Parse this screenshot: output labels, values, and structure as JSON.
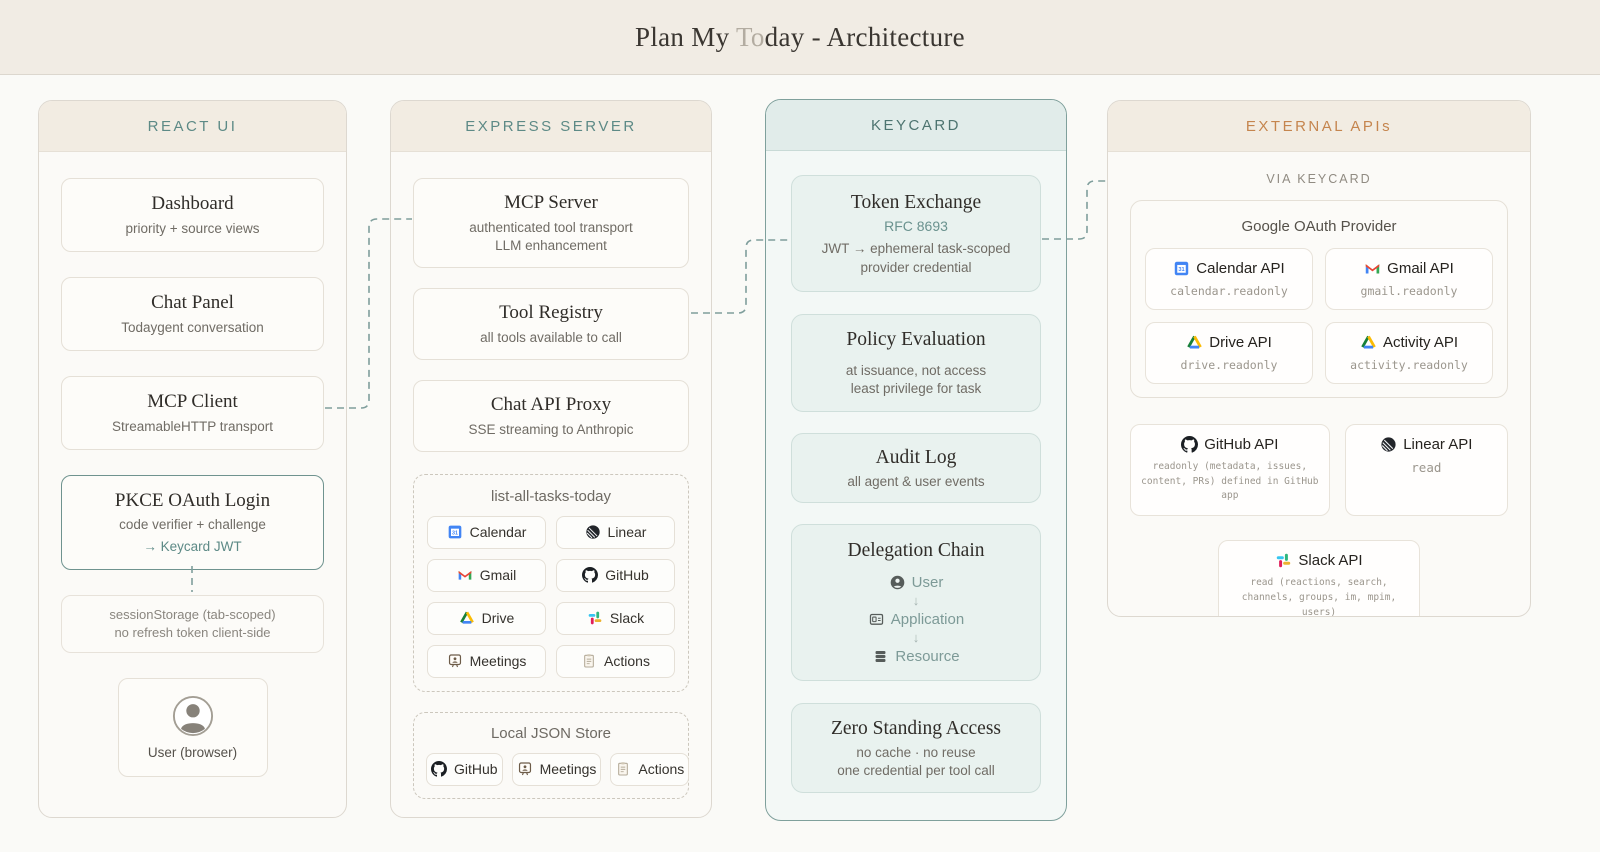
{
  "colors": {
    "accent_teal": "#5d8a86",
    "keycard_border": "#7fa09c",
    "keycard_header_bg": "#e1ecea",
    "panel_header_bg": "#f2ece2",
    "external_accent": "#c5854e",
    "title_muted": "#b3aca1",
    "connector": "#7f9e9c",
    "topbar_bg": "#f1ece4"
  },
  "header": {
    "title_pre": "Plan My ",
    "title_accent": "To",
    "title_post": "day - Architecture"
  },
  "react_ui": {
    "title": "REACT UI",
    "dashboard": {
      "title": "Dashboard",
      "line1": "priority + source views"
    },
    "chat_panel": {
      "title": "Chat Panel",
      "line1": "Todaygent conversation"
    },
    "mcp_client": {
      "title": "MCP Client",
      "line1": "StreamableHTTP transport"
    },
    "pkce": {
      "title": "PKCE OAuth Login",
      "line1": "code verifier + challenge",
      "line2": "→ Keycard JWT"
    },
    "session_note": {
      "line1": "sessionStorage (tab-scoped)",
      "line2": "no refresh token client-side"
    },
    "user_card": {
      "label": "User (browser)",
      "icon": "user-avatar-icon"
    }
  },
  "express": {
    "title": "EXPRESS SERVER",
    "mcp_server": {
      "title": "MCP Server",
      "line1": "authenticated tool transport",
      "line2": "LLM enhancement"
    },
    "tool_registry": {
      "title": "Tool Registry",
      "line1": "all tools available to call"
    },
    "chat_proxy": {
      "title": "Chat API Proxy",
      "line1": "SSE streaming to Anthropic"
    },
    "task_group": {
      "label": "list-all-tasks-today",
      "chips": [
        {
          "label": "Calendar",
          "icon": "google-calendar-icon"
        },
        {
          "label": "Linear",
          "icon": "linear-icon"
        },
        {
          "label": "Gmail",
          "icon": "gmail-icon"
        },
        {
          "label": "GitHub",
          "icon": "github-icon"
        },
        {
          "label": "Drive",
          "icon": "google-drive-icon"
        },
        {
          "label": "Slack",
          "icon": "slack-icon"
        },
        {
          "label": "Meetings",
          "icon": "meetings-icon"
        },
        {
          "label": "Actions",
          "icon": "actions-icon"
        }
      ]
    },
    "json_store": {
      "label": "Local JSON Store",
      "chips": [
        {
          "label": "GitHub",
          "icon": "github-icon"
        },
        {
          "label": "Meetings",
          "icon": "meetings-icon"
        },
        {
          "label": "Actions",
          "icon": "actions-icon"
        }
      ]
    }
  },
  "keycard": {
    "title": "KEYCARD",
    "token_exchange": {
      "title": "Token Exchange",
      "subtitle": "RFC 8693",
      "line1": "JWT → ephemeral task-scoped",
      "line2": "provider credential"
    },
    "policy": {
      "title": "Policy Evaluation",
      "line1": "at issuance, not access",
      "line2": "least privilege for task"
    },
    "audit": {
      "title": "Audit Log",
      "line1": "all agent & user events"
    },
    "delegation": {
      "title": "Delegation Chain",
      "arrow": "↓",
      "steps": [
        {
          "label": "User",
          "icon": "user-circle-icon"
        },
        {
          "label": "Application",
          "icon": "application-window-icon"
        },
        {
          "label": "Resource",
          "icon": "database-icon"
        }
      ]
    },
    "zsa": {
      "title": "Zero Standing Access",
      "line1": "no cache · no reuse",
      "line2": "one credential per tool call"
    }
  },
  "external": {
    "title": "EXTERNAL APIs",
    "via_label": "VIA KEYCARD",
    "google": {
      "title": "Google OAuth Provider",
      "apis": [
        {
          "name": "Calendar API",
          "scope": "calendar.readonly",
          "icon": "google-calendar-icon"
        },
        {
          "name": "Gmail API",
          "scope": "gmail.readonly",
          "icon": "gmail-icon"
        },
        {
          "name": "Drive API",
          "scope": "drive.readonly",
          "icon": "google-drive-icon"
        },
        {
          "name": "Activity API",
          "scope": "activity.readonly",
          "icon": "google-drive-icon"
        }
      ]
    },
    "github": {
      "name": "GitHub API",
      "scope": "readonly (metadata, issues, content, PRs) defined in GitHub app",
      "icon": "github-icon"
    },
    "linear": {
      "name": "Linear API",
      "scope": "read",
      "icon": "linear-icon"
    },
    "slack": {
      "name": "Slack API",
      "scope": "read (reactions, search, channels, groups, im, mpim, users)",
      "icon": "slack-icon"
    }
  }
}
